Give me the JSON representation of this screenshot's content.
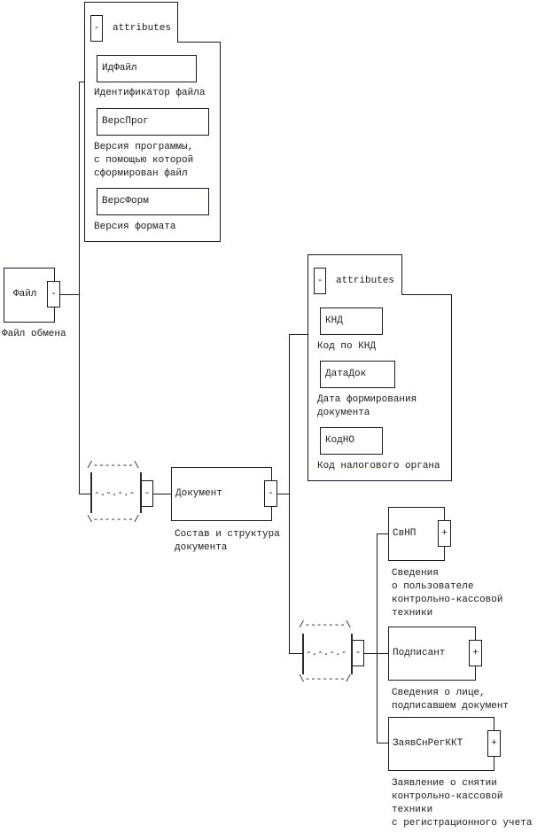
{
  "root": {
    "name": "Файл",
    "description": "Файл обмена",
    "toggle": "-"
  },
  "file_attributes": {
    "header": "attributes",
    "toggle": "-",
    "items": [
      {
        "name": "ИдФайл",
        "description": "Идентификатор файла"
      },
      {
        "name": "ВерсПрог",
        "description": "Версия программы,\nс помощью которой\nсформирован файл"
      },
      {
        "name": "ВерсФорм",
        "description": "Версия формата"
      }
    ]
  },
  "sequence_1": {
    "top": "/-------\\",
    "middle": "-.-.-.-",
    "bottom": "\\-------/",
    "toggle": "-"
  },
  "document": {
    "name": "Документ",
    "description": "Состав и структура\nдокумента",
    "toggle": "-"
  },
  "document_attributes": {
    "header": "attributes",
    "toggle": "-",
    "items": [
      {
        "name": "КНД",
        "description": "Код по КНД"
      },
      {
        "name": "ДатаДок",
        "description": "Дата формирования\nдокумента"
      },
      {
        "name": "КодНО",
        "description": "Код налогового органа"
      }
    ]
  },
  "sequence_2": {
    "top": "/-------\\",
    "middle": "-.-.-.-",
    "bottom": "\\-------/",
    "toggle": "-"
  },
  "children": [
    {
      "name": "СвНП",
      "description": "Сведения\nо пользователе\nконтрольно-кассовой\nтехники",
      "toggle": "+"
    },
    {
      "name": "Подписант",
      "description": "Сведения о лице,\nподписавшем документ",
      "toggle": "+"
    },
    {
      "name": "ЗаявСнРегККТ",
      "description": "Заявление о снятии\nконтрольно-кассовой\nтехники\nс регистрационного учета",
      "toggle": "+"
    }
  ]
}
